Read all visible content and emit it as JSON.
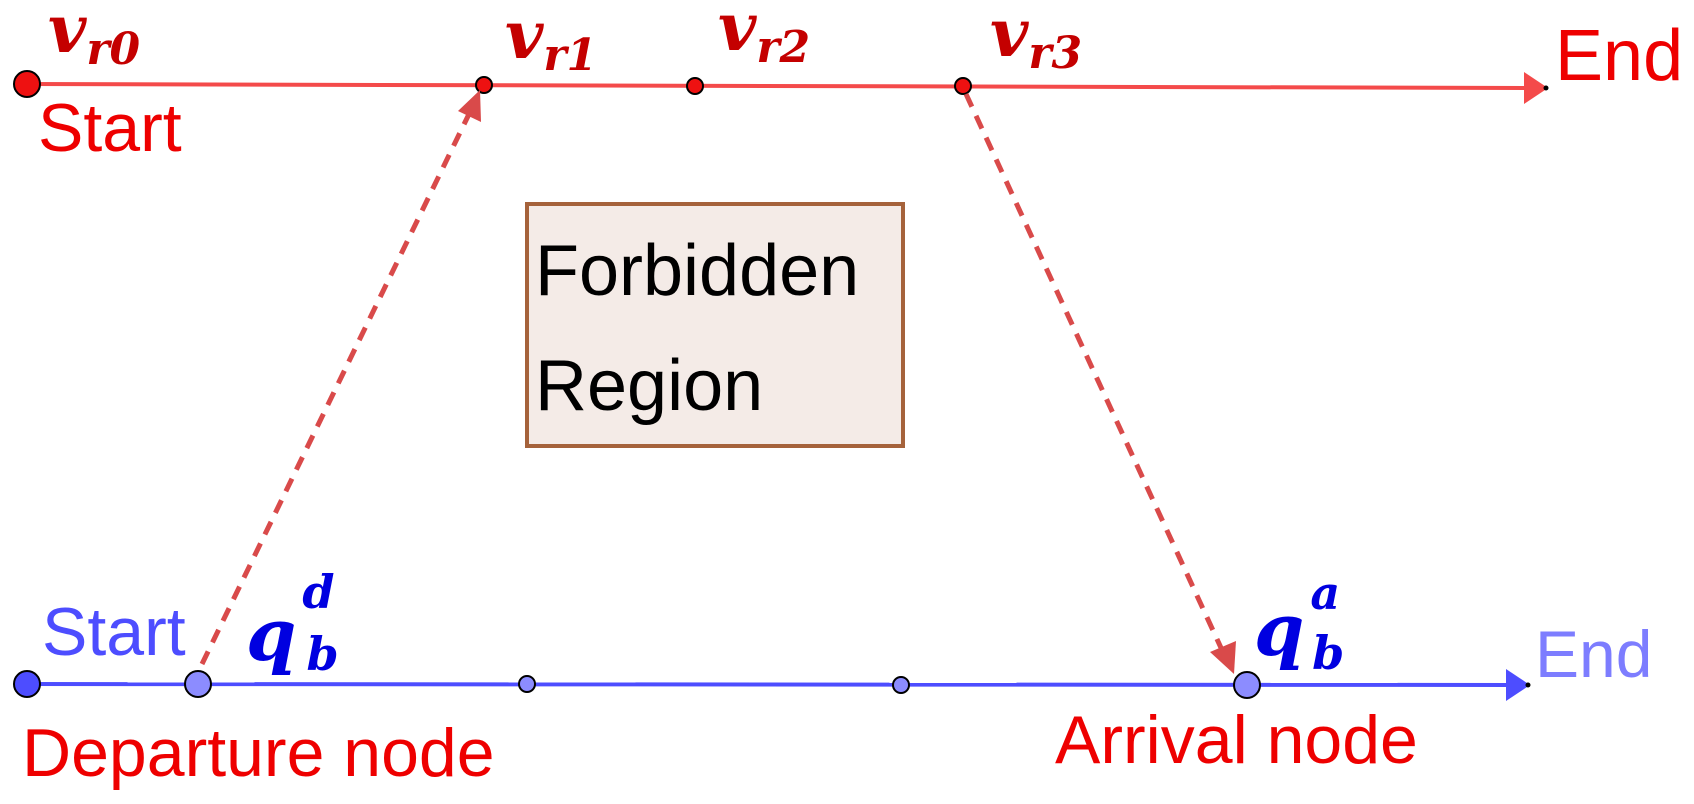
{
  "colors": {
    "red_line": "#f44a4a",
    "red_text": "#ee0000",
    "dark_red_label": "#c40000",
    "blue_line": "#4d4dff",
    "blue_text": "#4d4dff",
    "light_blue_text": "#7d7dff",
    "blue_label": "#0000e0",
    "dashed_arrow": "#d94a4a",
    "box_border": "#a5623b",
    "box_fill": "#f4ebe7",
    "box_text": "#000000"
  },
  "top_line": {
    "start_label": "Start",
    "end_label": "End",
    "nodes": [
      {
        "base": "v",
        "sub": "r0"
      },
      {
        "base": "v",
        "sub": "r1"
      },
      {
        "base": "v",
        "sub": "r2"
      },
      {
        "base": "v",
        "sub": "r3"
      }
    ]
  },
  "bottom_line": {
    "start_label": "Start",
    "end_label": "End",
    "departure": {
      "base": "q",
      "sub": "b",
      "sup": "d",
      "caption": "Departure node"
    },
    "arrival": {
      "base": "q",
      "sub": "b",
      "sup": "a",
      "caption": "Arrival node"
    }
  },
  "forbidden_box": {
    "line1": "Forbidden",
    "line2": "Region"
  }
}
